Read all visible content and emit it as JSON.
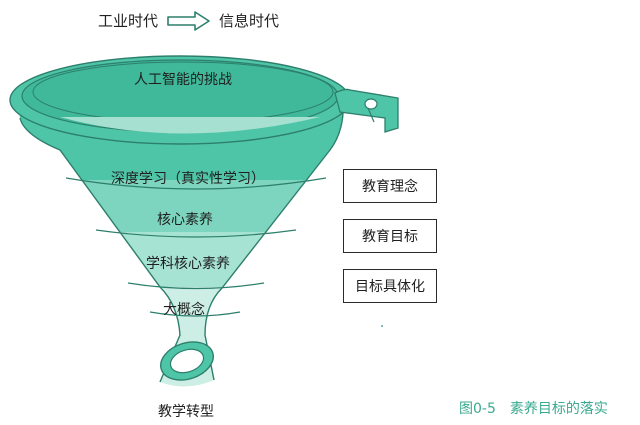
{
  "header": {
    "from_era": "工业时代",
    "to_era": "信息时代",
    "arrow_icon": "hollow-right-arrow-icon"
  },
  "funnel": {
    "rim_label": "人工智能的挑战",
    "layers": [
      {
        "label": "深度学习（真实性学习）"
      },
      {
        "label": "核心素养"
      },
      {
        "label": "学科核心素养"
      },
      {
        "label": "大概念"
      }
    ],
    "output_label": "教学转型",
    "colors": {
      "band_1": "#4fc5a8",
      "band_2": "#7dd5bf",
      "band_3": "#a7e3d3",
      "band_4": "#cdeee4",
      "outline": "#2d7f6c"
    }
  },
  "side_boxes": [
    {
      "label": "教育理念"
    },
    {
      "label": "教育目标"
    },
    {
      "label": "目标具体化"
    }
  ],
  "caption": "图0-5　素养目标的落实",
  "colors": {
    "caption": "#3aa98f"
  }
}
